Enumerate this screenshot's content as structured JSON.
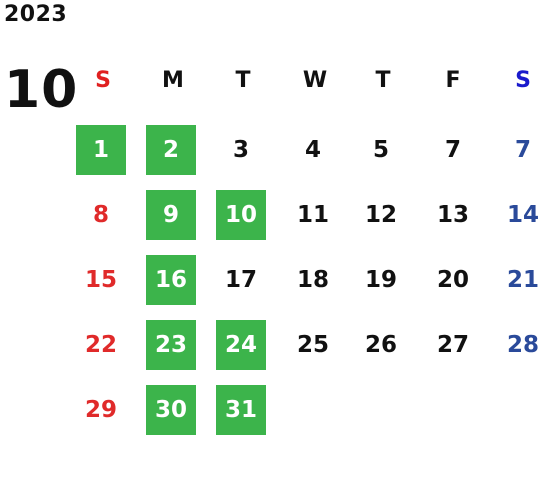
{
  "calendar": {
    "year": "2023",
    "month": "10",
    "weekdays": [
      "S",
      "M",
      "T",
      "W",
      "T",
      "F",
      "S"
    ],
    "weeks": [
      [
        "",
        "1",
        "2",
        "3",
        "4",
        "5",
        "7"
      ],
      [
        "8",
        "9",
        "10",
        "11",
        "12",
        "13",
        "14"
      ],
      [
        "15",
        "16",
        "17",
        "18",
        "19",
        "20",
        "21"
      ],
      [
        "22",
        "23",
        "24",
        "25",
        "26",
        "27",
        "28"
      ],
      [
        "29",
        "30",
        "31",
        "",
        "",
        "",
        ""
      ]
    ],
    "highlight_color": "#3cb44b",
    "sunday_color": "#e02a2a",
    "saturday_color": "#2a4a9a"
  }
}
